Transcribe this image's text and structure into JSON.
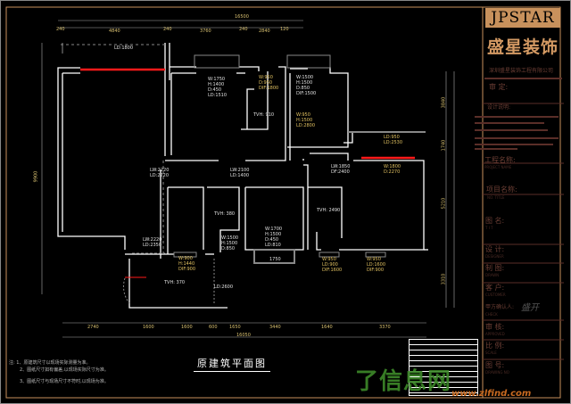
{
  "drawing": {
    "title": "原建筑平面图",
    "notes": [
      "注: 1、原建筑尺寸以现场实际测量为准。",
      "2、图纸尺寸如有偏差,以现场实际尺寸为准。",
      "3、图纸尺寸与现场尺寸不符时,以现场为准。"
    ],
    "dimensions": {
      "top_total": "16500",
      "top": [
        "240",
        "4840",
        "240",
        "3760",
        "240",
        "2840",
        "120"
      ],
      "bottom_total": "16050",
      "bottom": [
        "2740",
        "1600",
        "1600",
        "600",
        "1650",
        "3440",
        "1640",
        "3370"
      ],
      "left": "9900",
      "right": [
        "3840",
        "1740",
        "5210",
        "3310"
      ]
    },
    "room_labels": [
      {
        "name": "LD:1800"
      },
      {
        "name": "W:1750",
        "l2": "H:1400",
        "l3": "D:450",
        "l4": "LD:1510"
      },
      {
        "name": "W:950",
        "l2": "D:950",
        "l3": "DIF:1800"
      },
      {
        "name": "TVH: 910"
      },
      {
        "name": "W:1500",
        "l2": "H:1500",
        "l3": "D:850",
        "l4": "DIF:1500"
      },
      {
        "name": "LD:950",
        "l2": "LD:2530"
      },
      {
        "name": "W:950",
        "l2": "H:1500",
        "l3": "LD:2800"
      },
      {
        "name": "LW:2220",
        "l2": "LD:2220"
      },
      {
        "name": "LW:2100",
        "l2": "LD:1400"
      },
      {
        "name": "LW:1850",
        "l2": "DF:2400"
      },
      {
        "name": "W:1800",
        "l2": "D:2270"
      },
      {
        "name": "TVH: 380"
      },
      {
        "name": "W:1500",
        "l2": "H:1500",
        "l3": "D:850"
      },
      {
        "name": "W:1700",
        "l2": "H:1500",
        "l3": "D:450",
        "l4": "LD:810"
      },
      {
        "name": "TVH: 2490"
      },
      {
        "name": "LW:2220",
        "l2": "LD:2350"
      },
      {
        "name": "W:900",
        "l2": "H:1440",
        "l3": "DIF:900"
      },
      {
        "name": "TVH: 370"
      },
      {
        "name": "LD:2600"
      },
      {
        "name": "1750"
      },
      {
        "name": "W:950",
        "l2": "LD:900",
        "l3": "DIF:1600"
      },
      {
        "name": "W:950",
        "l2": "LD:1600",
        "l3": "DIF:900"
      }
    ]
  },
  "title_block": {
    "logo": "JPSTAR",
    "brand": "盛星装饰",
    "company": "深圳盛星装饰工程有限公司",
    "fields": [
      {
        "label": "审 定:",
        "value": ""
      },
      {
        "label": "设计说明:",
        "value": ""
      },
      {
        "label": "工程名称:",
        "value": "PROJECT NAME"
      },
      {
        "label": "项目名称:",
        "value": "NO. TITLE"
      },
      {
        "label": "图 名:",
        "value": "T I T"
      },
      {
        "label": "设 计:",
        "value": "DESIGNER"
      },
      {
        "label": "制 图:",
        "value": "DRAWN"
      },
      {
        "label": "客 户:",
        "value": "CUSTOMER"
      },
      {
        "label": "甲方确认人:",
        "value": "CHECK"
      },
      {
        "label": "审 核:",
        "value": "APPROVED"
      },
      {
        "label": "比 例:",
        "value": "SCALE"
      },
      {
        "label": "图 号:",
        "value": "DRAWING NO"
      }
    ]
  },
  "watermark": {
    "text": "了信息网",
    "url": "www.zlfind.com"
  },
  "colors": {
    "border": "#c8915c",
    "wall": "#ffffff",
    "window": "#ff0000",
    "dim": "#d8c070"
  }
}
